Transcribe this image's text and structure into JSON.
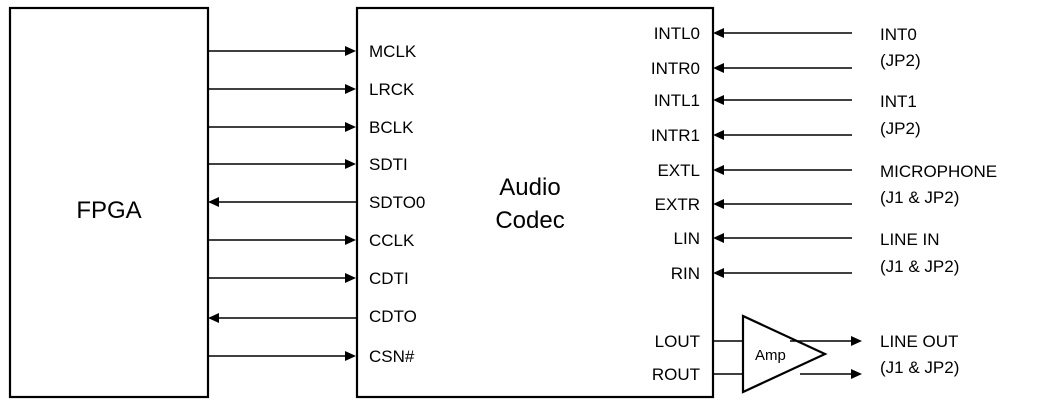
{
  "fpga": {
    "label": "FPGA"
  },
  "codec": {
    "label_line1": "Audio",
    "label_line2": "Codec"
  },
  "left_pins": [
    {
      "label": "MCLK",
      "direction": "to-codec"
    },
    {
      "label": "LRCK",
      "direction": "to-codec"
    },
    {
      "label": "BCLK",
      "direction": "to-codec"
    },
    {
      "label": "SDTI",
      "direction": "to-codec"
    },
    {
      "label": "SDTO0",
      "direction": "to-fpga"
    },
    {
      "label": "CCLK",
      "direction": "to-codec"
    },
    {
      "label": "CDTI",
      "direction": "to-codec"
    },
    {
      "label": "CDTO",
      "direction": "to-fpga"
    },
    {
      "label": "CSN#",
      "direction": "to-codec"
    }
  ],
  "right_inputs": [
    {
      "label": "INTL0"
    },
    {
      "label": "INTR0"
    },
    {
      "label": "INTL1"
    },
    {
      "label": "INTR1"
    },
    {
      "label": "EXTL"
    },
    {
      "label": "EXTR"
    },
    {
      "label": "LIN"
    },
    {
      "label": "RIN"
    }
  ],
  "outputs": [
    {
      "label": "LOUT"
    },
    {
      "label": "ROUT"
    }
  ],
  "amp": {
    "label": "Amp"
  },
  "external_inputs": [
    {
      "name": "INT0",
      "connector": "(JP2)"
    },
    {
      "name": "INT1",
      "connector": "(JP2)"
    },
    {
      "name": "MICROPHONE",
      "connector": "(J1 & JP2)"
    },
    {
      "name": "LINE IN",
      "connector": "(J1 & JP2)"
    }
  ],
  "external_output": {
    "name": "LINE OUT",
    "connector": "(J1 & JP2)"
  }
}
